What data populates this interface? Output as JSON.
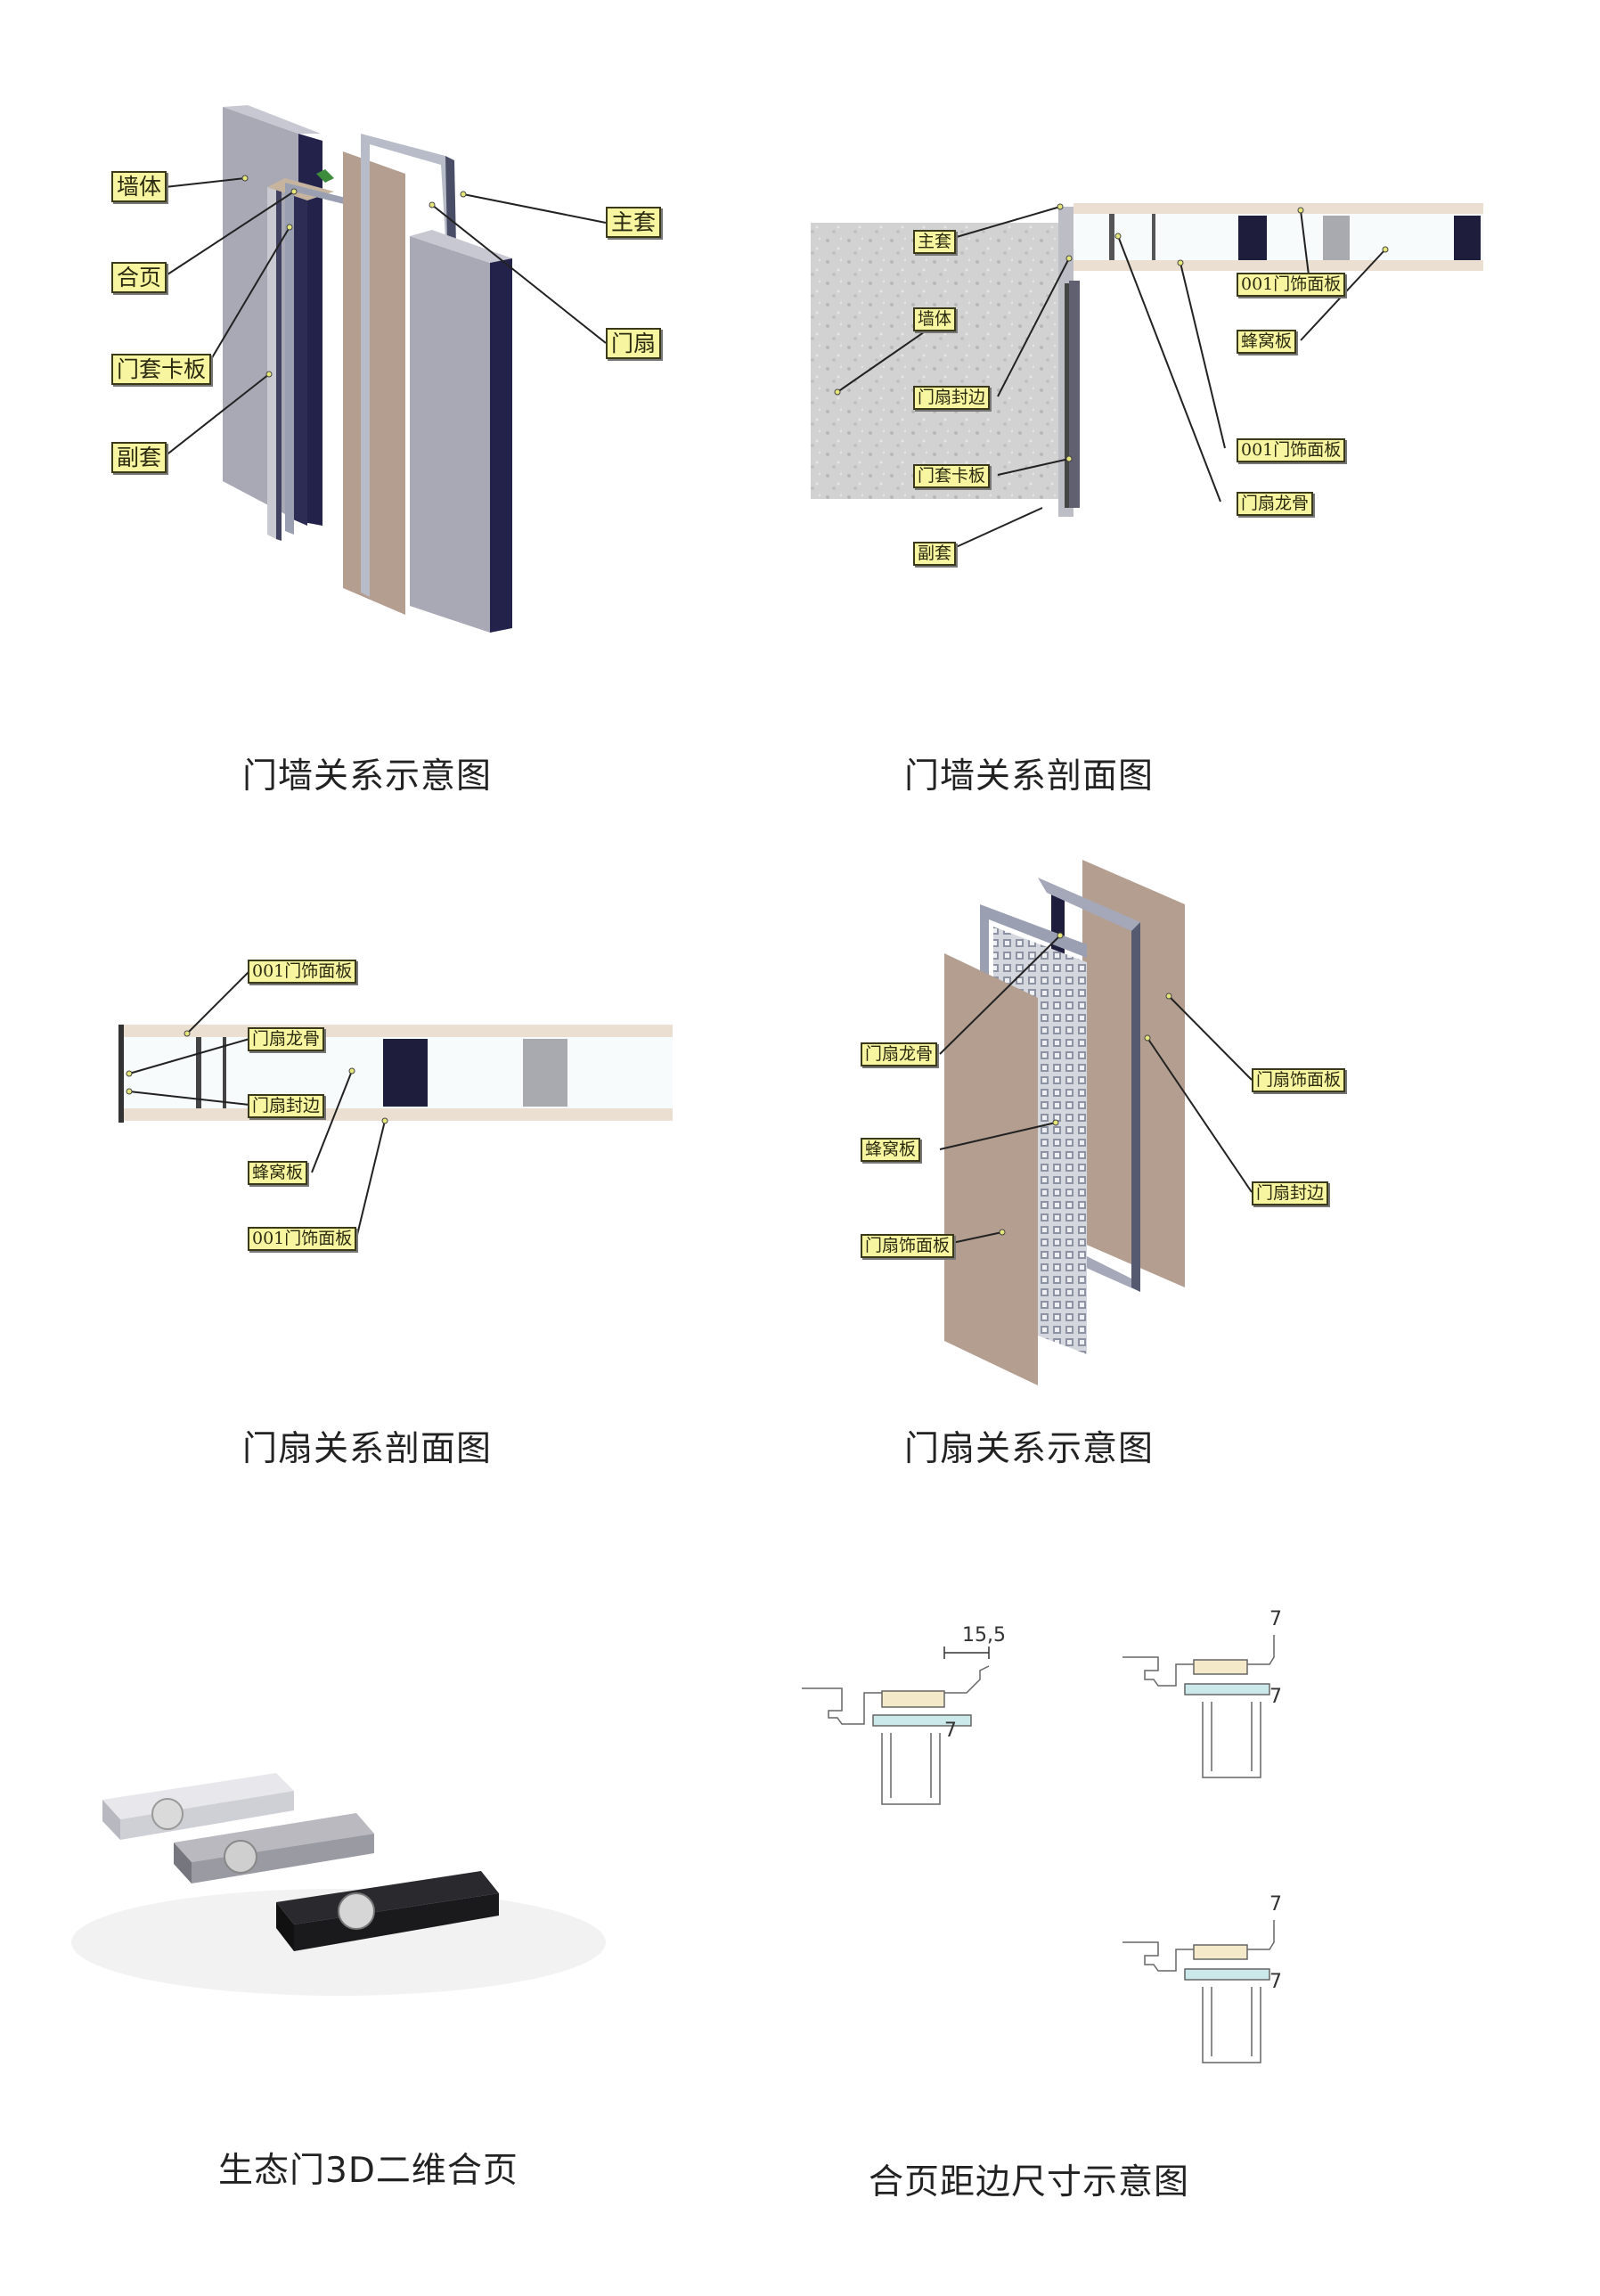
{
  "captions": {
    "p1": "门墙关系示意图",
    "p2": "门墙关系剖面图",
    "p3": "门扇关系剖面图",
    "p4": "门扇关系示意图",
    "p5": "生态门3D二维合页",
    "p6": "合页距边尺寸示意图"
  },
  "panel1": {
    "wall": "墙体",
    "hinge": "合页",
    "card": "门套卡板",
    "sub_frame": "副套",
    "main_frame": "主套",
    "door_leaf": "门扇"
  },
  "panel2": {
    "main_frame": "主套",
    "wall": "墙体",
    "edge_seal": "门扇封边",
    "card": "门套卡板",
    "sub_frame": "副套",
    "face_panel_top": "001门饰面板",
    "honeycomb": "蜂窝板",
    "face_panel_bottom": "001门饰面板",
    "keel": "门扇龙骨"
  },
  "panel3": {
    "face_panel_top": "001门饰面板",
    "keel": "门扇龙骨",
    "edge_seal": "门扇封边",
    "honeycomb": "蜂窝板",
    "face_panel_bottom": "001门饰面板"
  },
  "panel4": {
    "keel": "门扇龙骨",
    "honeycomb": "蜂窝板",
    "face_left": "门扇饰面板",
    "face_right": "门扇饰面板",
    "edge_seal": "门扇封边"
  },
  "panel6": {
    "dim_a_top": "15,5",
    "dim_a_side": "7",
    "dim_b_top": "7",
    "dim_b_side": "7",
    "dim_c_top": "7",
    "dim_c_side": "7"
  },
  "colors": {
    "wall_gray": "#a9a9b6",
    "panel_tan": "#b39e90",
    "frame_navy": "#1e1e3c",
    "label_yellow": "#f8f5a0",
    "veneer": "#eadfd0"
  }
}
